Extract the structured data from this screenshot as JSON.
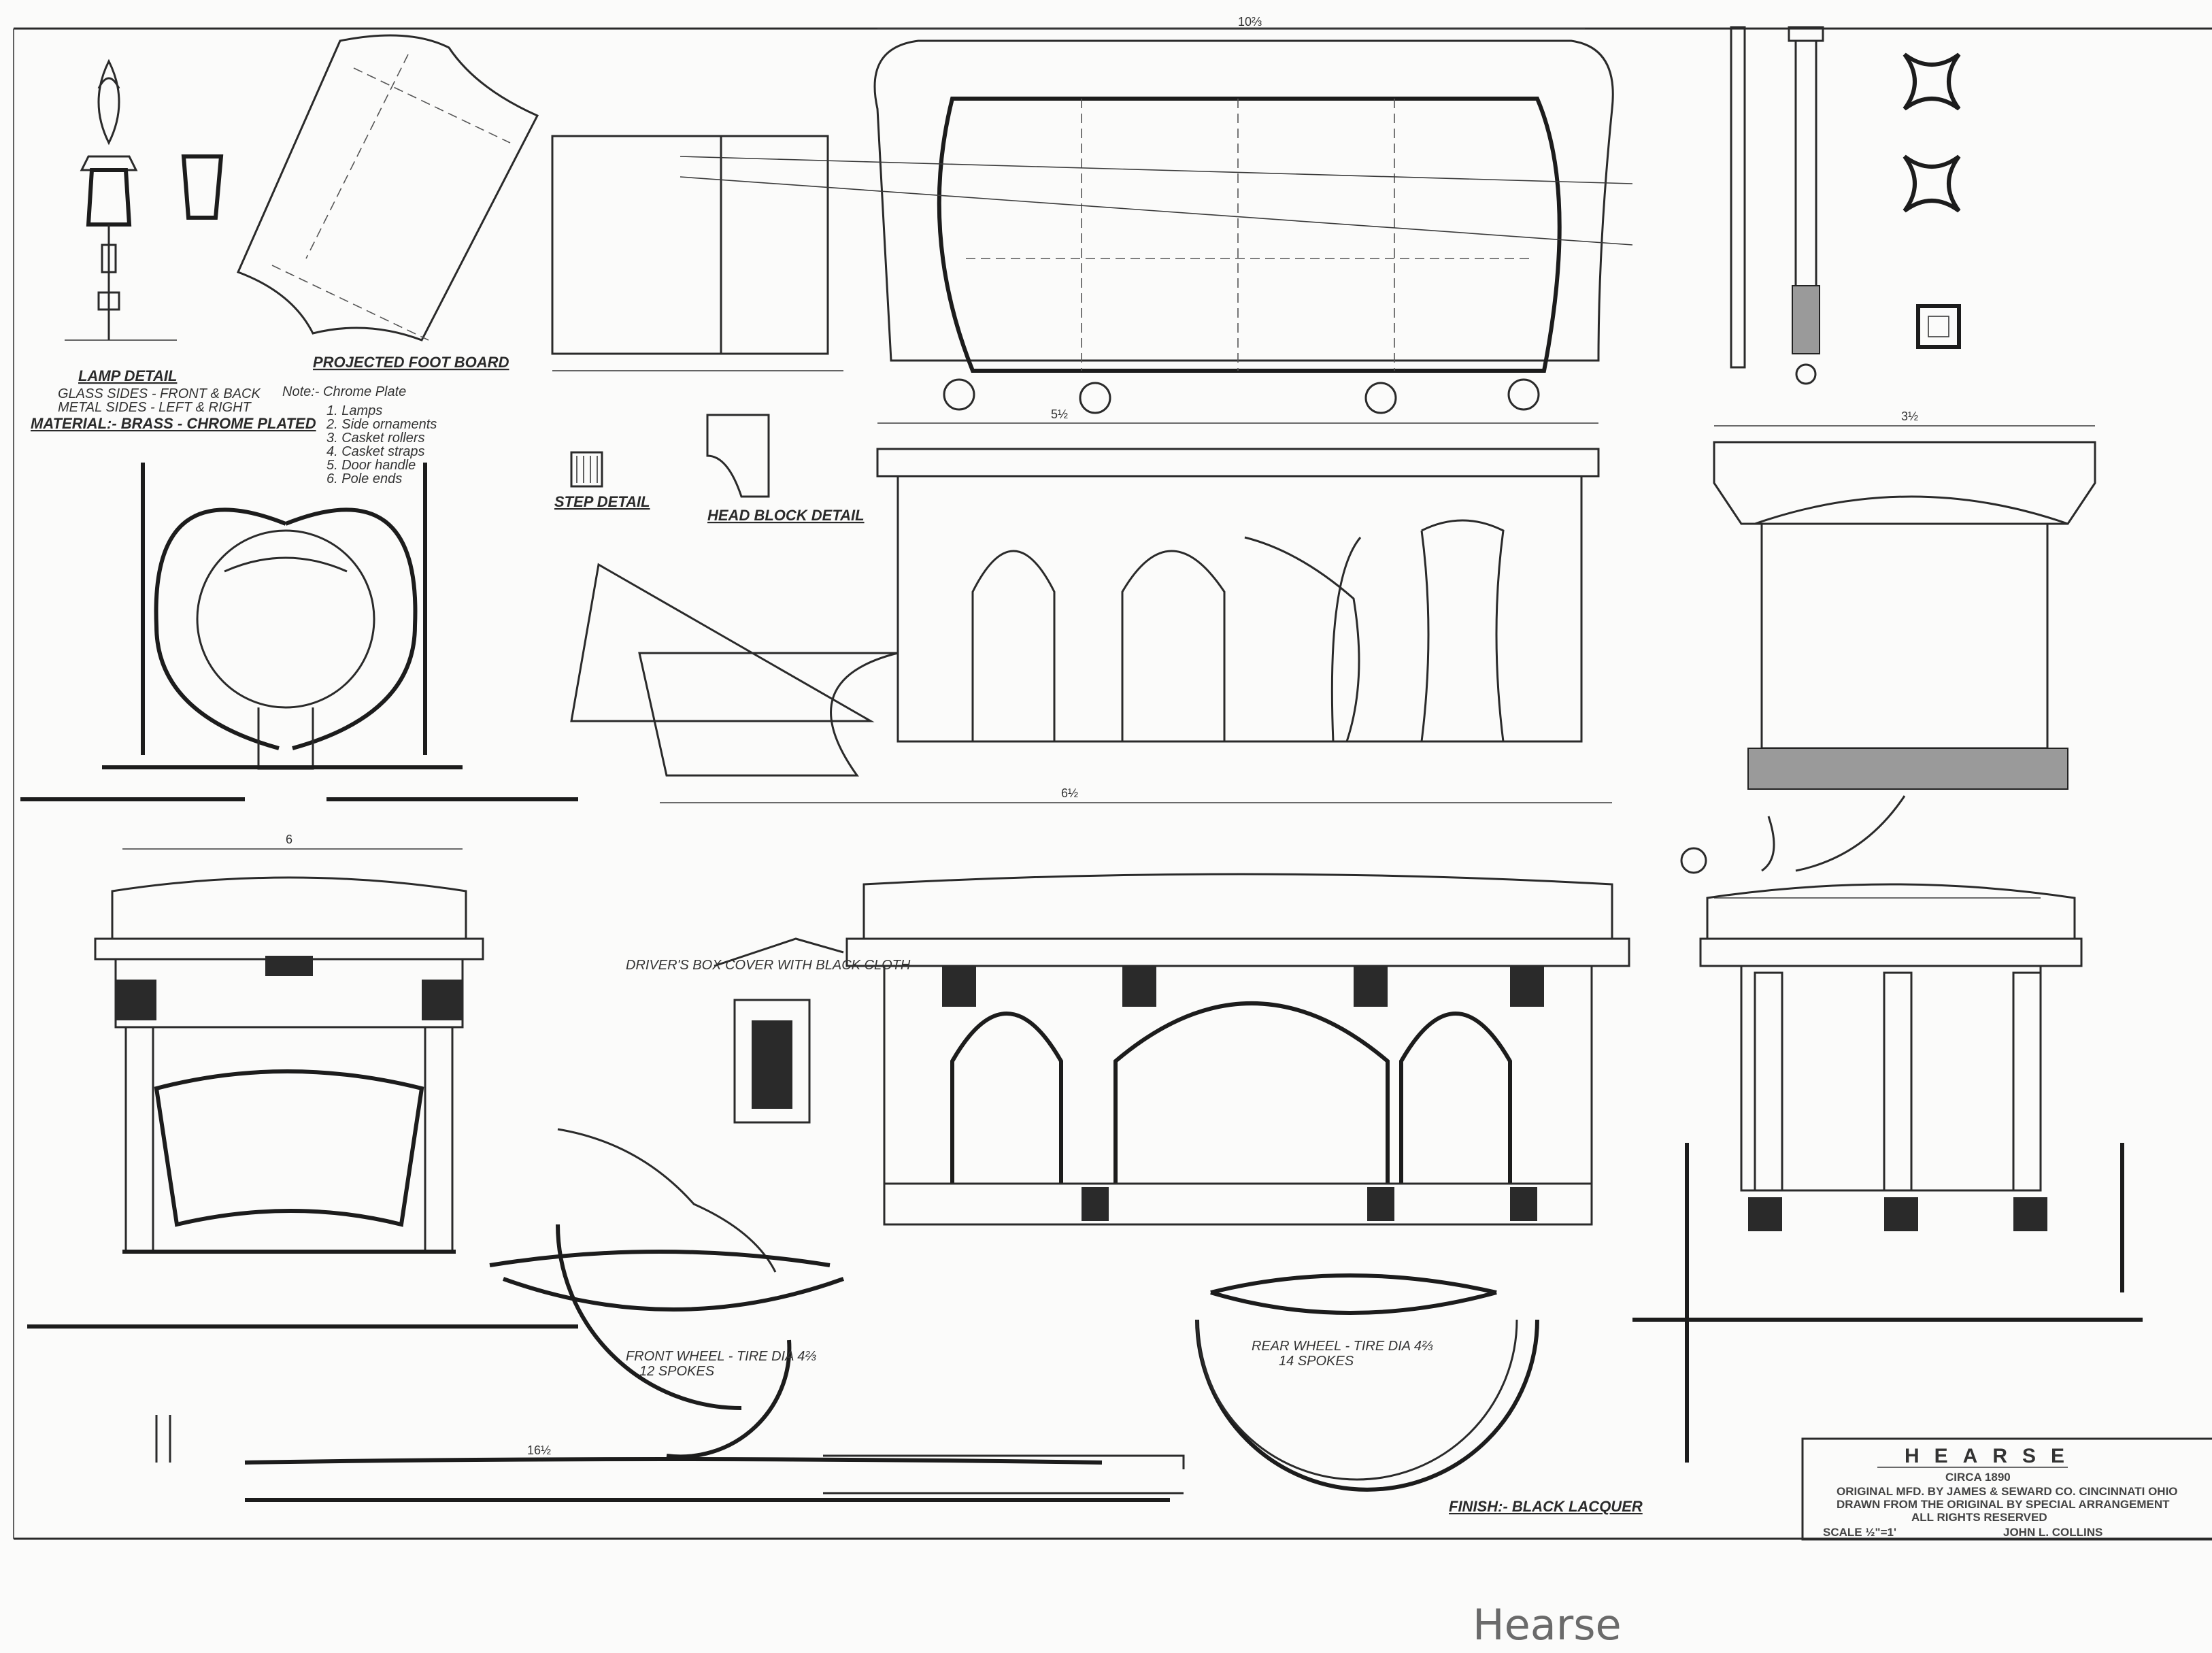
{
  "drawing": {
    "lamp_detail": {
      "title": "LAMP DETAIL",
      "line1": "GLASS SIDES - FRONT & BACK",
      "line2": "METAL SIDES - LEFT & RIGHT",
      "material": "MATERIAL:- BRASS - CHROME PLATED"
    },
    "foot_board_label": "PROJECTED FOOT BOARD",
    "chrome_note": {
      "title": "Note:- Chrome Plate",
      "items": [
        "1. Lamps",
        "2. Side ornaments",
        "3. Casket rollers",
        "4. Casket straps",
        "5. Door handle",
        "6. Pole ends"
      ]
    },
    "step_detail": "STEP DETAIL",
    "head_block": "HEAD BLOCK DETAIL",
    "front_wheel": {
      "line1": "FRONT WHEEL - TIRE DIA 4⅔",
      "line2": "12 SPOKES"
    },
    "rear_wheel": {
      "line1": "REAR WHEEL - TIRE DIA 4⅔",
      "line2": "14 SPOKES"
    },
    "drivers_box": "DRIVER'S BOX COVER WITH BLACK CLOTH",
    "finish": "FINISH:- BLACK LACQUER",
    "dimensions": {
      "overall_top": "10⅔",
      "body": "6½",
      "rear": "3½",
      "front": "5½",
      "shaft": "16½",
      "axle": "6"
    }
  },
  "title_block": {
    "title": "HEARSE",
    "circa": "CIRCA 1890",
    "line1": "ORIGINAL MFD. BY JAMES & SEWARD CO. CINCINNATI OHIO",
    "line2": "DRAWN FROM THE ORIGINAL BY SPECIAL ARRANGEMENT",
    "line3": "ALL RIGHTS RESERVED",
    "scale": "SCALE ½\"=1'",
    "author": "JOHN L. COLLINS"
  },
  "caption": "Hearse"
}
